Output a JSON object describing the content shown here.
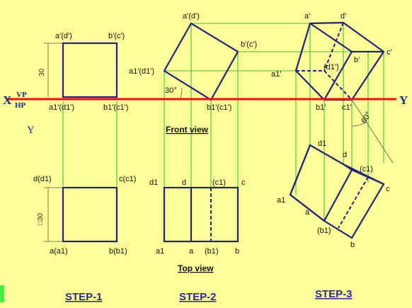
{
  "reference": {
    "x_left": "X",
    "y_right": "Y",
    "vp": "VP",
    "hp": "HP",
    "y_left": "Y"
  },
  "step1": {
    "front": {
      "tl": "a'(d')",
      "tr": "b'(c')",
      "bl": "a1'(d1')",
      "br": "b1'(c1')"
    },
    "top": {
      "tl": "d(d1)",
      "tr": "c(c1)",
      "bl": "a(a1)",
      "br": "b(b1)"
    },
    "dim_front": "30",
    "dim_top": "□30",
    "caption": "STEP-1"
  },
  "step2": {
    "front": {
      "top": "a'(d')",
      "right": "b'(c')",
      "left": "a1'(d1')",
      "bottom": "b1'(c1')",
      "angle": "30°"
    },
    "top": {
      "d1": "d1",
      "d": "d",
      "c1": "(c1)",
      "c": "c",
      "a1": "a1",
      "a": "a",
      "b1": "(b1)",
      "b": "b"
    },
    "front_view_label": "Front view",
    "top_view_label": "Top view",
    "caption": "STEP-2"
  },
  "step3": {
    "front": {
      "a": "a'",
      "d": "d'",
      "c": "c'",
      "b": "b'",
      "a1": "a1'",
      "d1": "(d1')",
      "b1": "b1'",
      "c1": "c1'",
      "angle": "60°"
    },
    "top": {
      "d1": "d1",
      "d": "d",
      "c1": "(c1)",
      "c": "c",
      "a1": "a1",
      "a": "a",
      "b1": "(b1)",
      "b": "b"
    },
    "caption": "STEP-3"
  }
}
